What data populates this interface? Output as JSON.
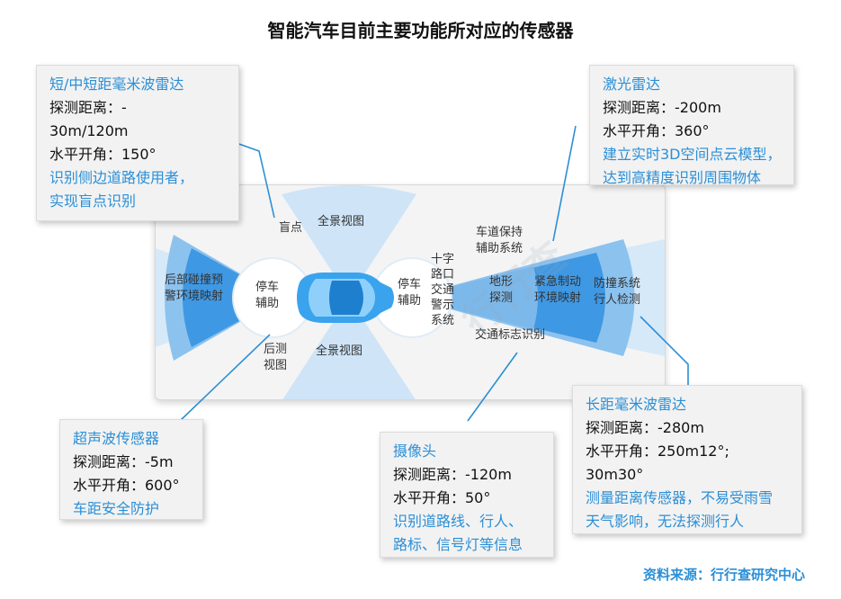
{
  "title": "智能汽车目前主要功能所对应的传感器",
  "source": "资料来源：行行查研究中心",
  "watermark": "行行查",
  "diagram": {
    "blind_spot": "盲点",
    "panorama_top": "全景视图",
    "rear_collision": "后部碰撞预\n警环境映射",
    "parking_left": "停车\n辅助",
    "rear_view": "后测\n视图",
    "panorama_bottom": "全景视图",
    "parking_right": "停车\n辅助",
    "crossroad": "十字\n路口\n交通\n警示\n系统",
    "lane_keep": "车道保持\n辅助系统",
    "terrain": "地形\n探测",
    "emergency_brake": "紧急制动\n环境映射",
    "collision_ped": "防撞系统\n行人检测",
    "traffic_sign": "交通标志识别"
  },
  "callouts": {
    "short_radar": {
      "head": "短/中短距毫米波雷达",
      "l1": "探测距离：-",
      "l2": "30m/120m",
      "l3": "水平开角：150°",
      "d1": "识别侧边道路使用者，",
      "d2": "实现盲点识别"
    },
    "lidar": {
      "head": "激光雷达",
      "l1": "探测距离：-200m",
      "l2": "水平开角：360°",
      "d1": "建立实时3D空间点云模型，",
      "d2": "达到高精度识别周围物体"
    },
    "ultrasonic": {
      "head": "超声波传感器",
      "l1": "探测距离：-5m",
      "l2": "水平开角：600°",
      "d1": "车距安全防护"
    },
    "camera": {
      "head": "摄像头",
      "l1": "探测距离：-120m",
      "l2": "水平开角：50°",
      "d1": "识别道路线、行人、",
      "d2": "路标、信号灯等信息"
    },
    "long_radar": {
      "head": "长距毫米波雷达",
      "l1": "探测距离：-280m",
      "l2": "水平开角：250m12°;",
      "l3": "30m30°",
      "d1": "测量距离传感器，不易受雨雪",
      "d2": "天气影响，无法探测行人"
    }
  },
  "colors": {
    "accent": "#2b8fd6",
    "beam_dark": "#2f8fe0",
    "beam_light": "#bcdcf6",
    "car": "#3aa3ee"
  }
}
